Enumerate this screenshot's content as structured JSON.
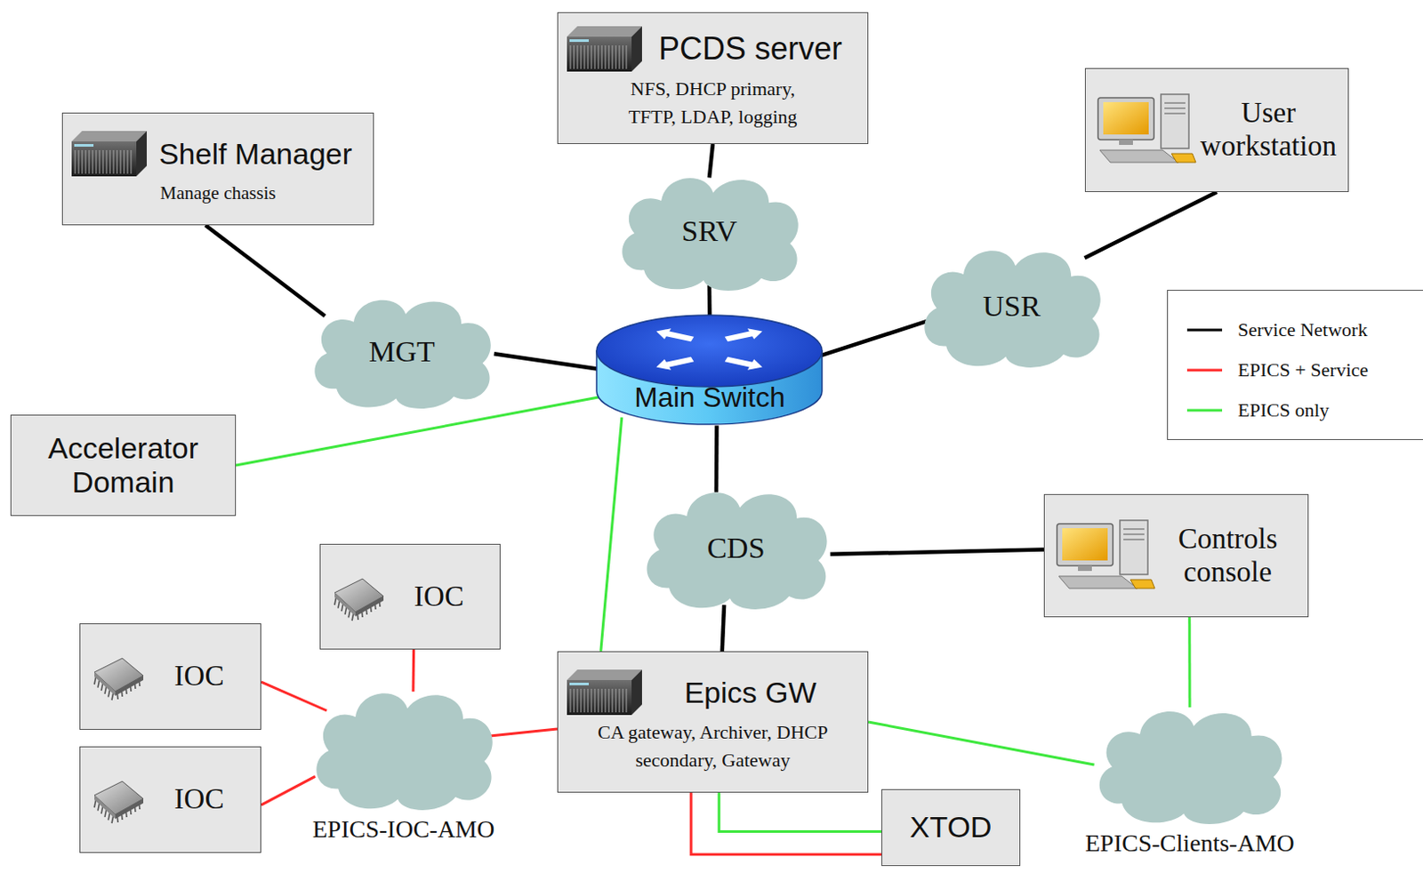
{
  "diagram": {
    "nodes": [
      {
        "text": [
          "Shelf Manager",
          "Manage chassis"
        ]
      },
      {
        "text": [
          "PCDS server",
          "NFS, DHCP primary, TFTP, LDAP, logging"
        ]
      },
      {
        "text": [
          "User workstation"
        ]
      },
      {
        "text": [
          "SRV"
        ]
      },
      {
        "text": [
          "MGT"
        ]
      },
      {
        "text": [
          "USR"
        ]
      },
      {
        "text": [
          "Main Switch"
        ]
      },
      {
        "text": [
          "Accelerator Domain"
        ]
      },
      {
        "text": [
          "CDS"
        ]
      },
      {
        "text": [
          "Controls console"
        ]
      },
      {
        "text": [
          "IOC"
        ]
      },
      {
        "text": [
          "IOC"
        ]
      },
      {
        "text": [
          "IOC"
        ]
      },
      {
        "text": [
          "Epics GW",
          "CA gateway, Archiver, DHCP secondary, Gateway"
        ]
      },
      {
        "text": [
          "XTOD"
        ]
      },
      {
        "text": [
          "EPICS-IOC-AMO"
        ]
      },
      {
        "text": [
          "EPICS-Clients-AMO"
        ]
      }
    ],
    "edges": [
      {
        "from": 0,
        "to": 4,
        "arrow": "none"
      },
      {
        "from": 4,
        "to": 6,
        "arrow": "none"
      },
      {
        "from": 1,
        "to": 3,
        "arrow": "none"
      },
      {
        "from": 3,
        "to": 6,
        "arrow": "none"
      },
      {
        "from": 2,
        "to": 5,
        "arrow": "none"
      },
      {
        "from": 5,
        "to": 6,
        "arrow": "none"
      },
      {
        "from": 6,
        "to": 8,
        "arrow": "none"
      },
      {
        "from": 8,
        "to": 9,
        "arrow": "none"
      },
      {
        "from": 8,
        "to": 13,
        "arrow": "none"
      },
      {
        "from": 6,
        "to": 7,
        "arrow": "none"
      },
      {
        "from": 6,
        "to": 13,
        "arrow": "none"
      },
      {
        "from": 10,
        "to": 15,
        "arrow": "none"
      },
      {
        "from": 11,
        "to": 15,
        "arrow": "none"
      },
      {
        "from": 12,
        "to": 15,
        "arrow": "none"
      },
      {
        "from": 15,
        "to": 13,
        "arrow": "none"
      },
      {
        "from": 13,
        "to": 14,
        "arrow": "none"
      },
      {
        "from": 13,
        "to": 14,
        "arrow": "none"
      },
      {
        "from": 13,
        "to": 16,
        "arrow": "none"
      },
      {
        "from": 9,
        "to": 16,
        "arrow": "none"
      }
    ],
    "legend": [
      {
        "text": "Service Network"
      },
      {
        "text": "EPICS + Service"
      },
      {
        "text": "EPICS only"
      }
    ]
  }
}
